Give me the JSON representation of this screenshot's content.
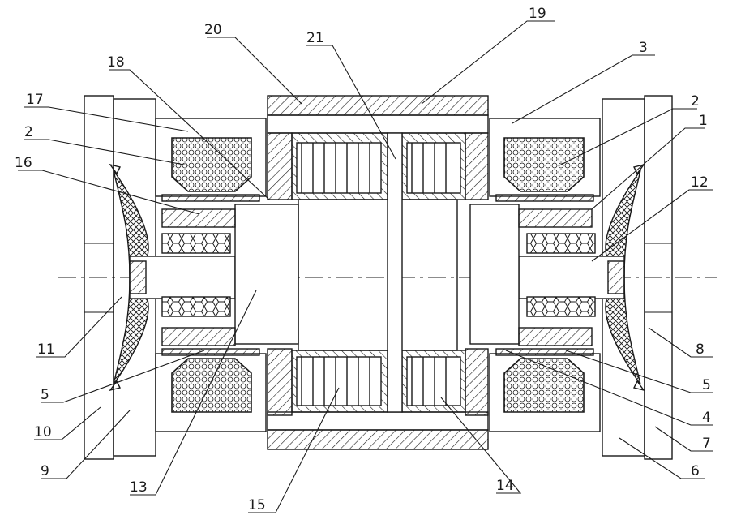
{
  "diagram": {
    "labels": [
      "1",
      "2",
      "3",
      "4",
      "5",
      "6",
      "7",
      "8",
      "9",
      "10",
      "11",
      "12",
      "13",
      "14",
      "15",
      "16",
      "17",
      "18",
      "19",
      "20",
      "21",
      "2",
      "5"
    ],
    "stroke_color": "#1a1a1a",
    "background": "#ffffff"
  }
}
